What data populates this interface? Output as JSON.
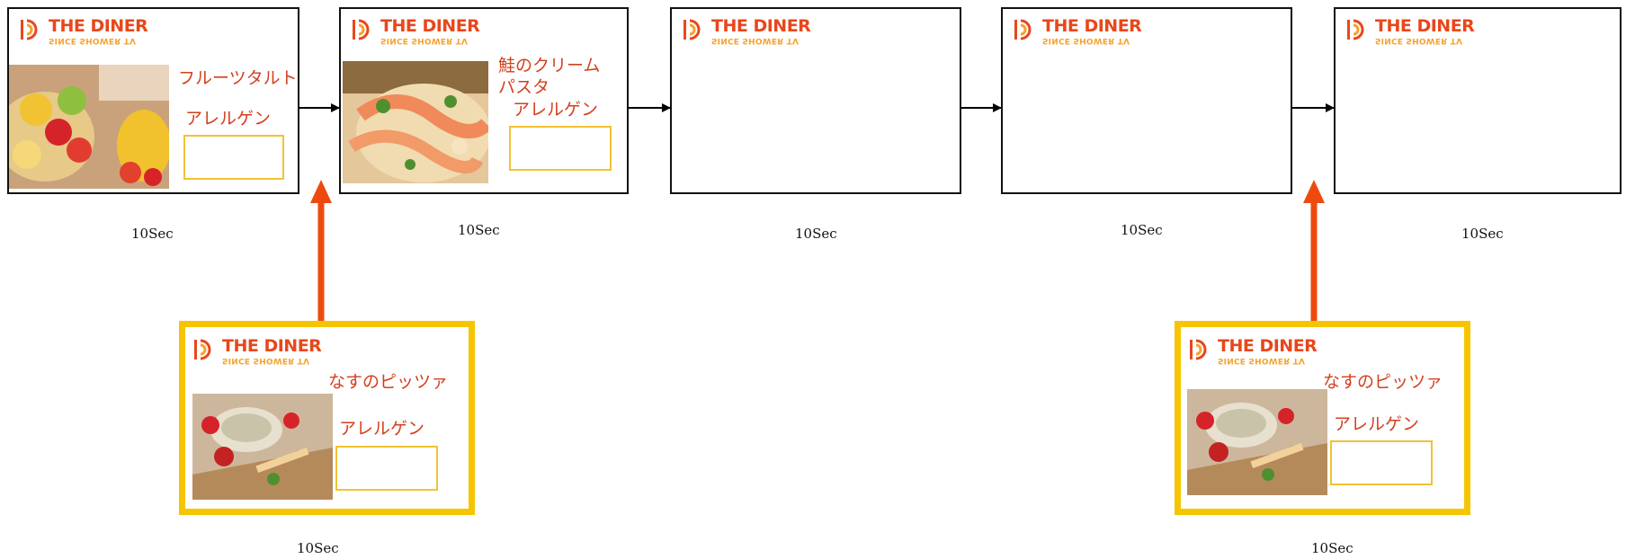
{
  "logo": {
    "main": "THE DINER",
    "sub": "SINCE SHOWER TV"
  },
  "colors": {
    "accent": "#e8471b",
    "insert_border": "#f6c500",
    "allergen_border": "#f1c232",
    "arrow": "#000000",
    "insert_arrow": "#ee4a10"
  },
  "slides": [
    {
      "dish": "フルーツタルト",
      "allergen_label": "アレルゲン",
      "duration": "10Sec",
      "photo": "fruit-tart"
    },
    {
      "dish_line1": "鮭のクリーム",
      "dish_line2": "パスタ",
      "allergen_label": "アレルゲン",
      "duration": "10Sec",
      "photo": "salmon-pasta"
    },
    {
      "duration": "10Sec"
    },
    {
      "duration": "10Sec"
    },
    {
      "duration": "10Sec"
    }
  ],
  "inserts": [
    {
      "dish": "なすのピッツァ",
      "allergen_label": "アレルゲン",
      "duration": "10Sec",
      "photo": "eggplant-pizza"
    },
    {
      "dish": "なすのピッツァ",
      "allergen_label": "アレルゲン",
      "duration": "10Sec",
      "photo": "eggplant-pizza"
    }
  ]
}
